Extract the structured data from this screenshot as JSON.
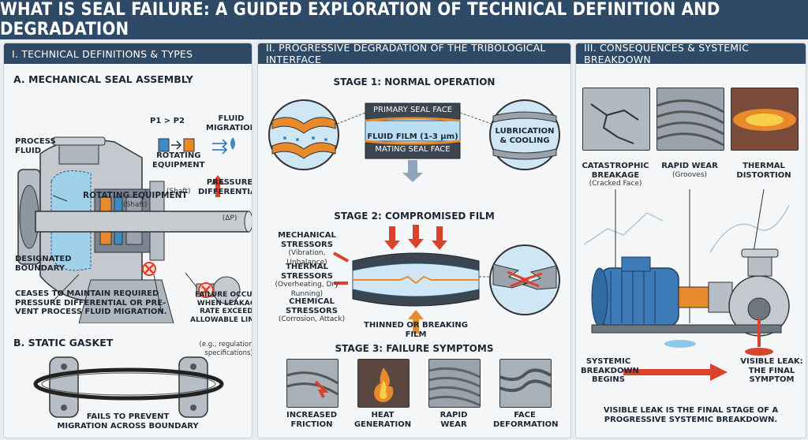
{
  "title": "WHAT IS SEAL FAILURE: A GUIDED EXPLORATION OF TECHNICAL DEFINITION AND DEGRADATION",
  "panel1": {
    "header": "I. TECHNICAL DEFINITIONS & TYPES",
    "section_a": "A. MECHANICAL SEAL ASSEMBLY",
    "p1p2": "P1 > P2",
    "fluid_migration": "FLUID\nMIGRATION",
    "process_fluid": "PROCESS\nFLUID",
    "rotating_equipment_small": "ROTATING\nEQUIPMENT",
    "rotating_equipment_small_sub": "(Shaft)",
    "pressure_differential": "PRESSURE\nDIFFERENTIAL",
    "pressure_differential_sub": "(ΔP)",
    "rotating_equipment_shaft": "ROTATING EQUIPMENT",
    "rotating_equipment_shaft_sub": "(Shaft)",
    "designated_boundary": "DESIGNATED\nBOUNDARY",
    "failure_occurs": "FAILURE OCCURS\nWHEN LEAKAGE\nRATE EXCEEDS\nALLOWABLE LIMITS",
    "failure_occurs_sub": "(e.g., regulations,\nspecifications)",
    "ceases": "CEASES TO MAINTAIN REQUIRED\nPRESSURE DIFFERENTIAL OR PRE-\nVENT PROCESS FLUID MIGRATION.",
    "section_b": "B. STATIC GASKET",
    "fails_prevent": "FAILS TO PREVENT\nMIGRATION ACROSS BOUNDARY"
  },
  "panel2": {
    "header": "II. PROGRESSIVE DEGRADATION OF THE TRIBOLOGICAL INTERFACE",
    "stage1": "STAGE 1: NORMAL OPERATION",
    "primary_face": "PRIMARY SEAL FACE",
    "fluid_film": "FLUID FILM (1-3 μm)",
    "mating_face": "MATING SEAL FACE",
    "lubrication": "LUBRICATION\n& COOLING",
    "stage2": "STAGE 2: COMPROMISED FILM",
    "mech_stressors": "MECHANICAL\nSTRESSORS",
    "mech_stressors_sub": "(Vibration, Unbalance)",
    "thermal_stressors": "THERMAL\nSTRESSORS",
    "thermal_stressors_sub": "(Overheating, Dry Running)",
    "chem_stressors": "CHEMICAL STRESSORS",
    "chem_stressors_sub": "(Corrosion, Attack)",
    "thinned": "THINNED OR BREAKING FILM",
    "stage3": "STAGE 3: FAILURE SYMPTOMS",
    "symptoms": [
      {
        "label": "INCREASED\nFRICTION"
      },
      {
        "label": "HEAT\nGENERATION"
      },
      {
        "label": "RAPID\nWEAR"
      },
      {
        "label": "FACE\nDEFORMATION"
      }
    ]
  },
  "panel3": {
    "header": "III. CONSEQUENCES & SYSTEMIC BREAKDOWN",
    "consequences": [
      {
        "label": "CATASTROPHIC\nBREAKAGE",
        "sub": "(Cracked Face)"
      },
      {
        "label": "RAPID WEAR",
        "sub": "(Grooves)"
      },
      {
        "label": "THERMAL\nDISTORTION",
        "sub": ""
      }
    ],
    "systemic": "SYSTEMIC\nBREAKDOWN\nBEGINS",
    "visible_leak": "VISIBLE LEAK:\nTHE FINAL\nSYMPTOM",
    "final_note": "VISIBLE LEAK IS THE FINAL STAGE OF A\nPROGRESSIVE SYSTEMIC BREAKDOWN."
  },
  "colors": {
    "navy": "#2f4a66",
    "orange": "#e8892b",
    "red": "#d9432c",
    "fluid": "#8ec8e8",
    "steel": "#9aa3ac"
  }
}
